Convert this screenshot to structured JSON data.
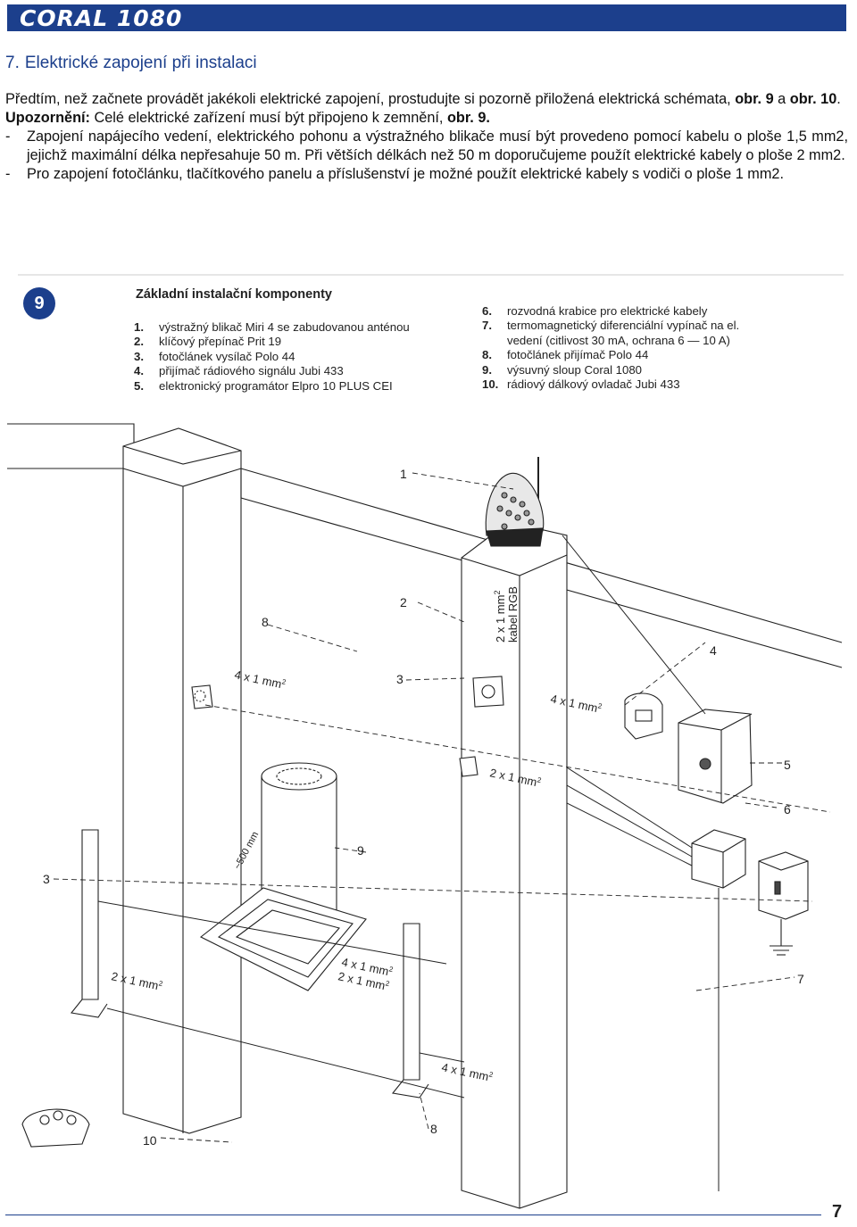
{
  "header": {
    "title": "CORAL 1080"
  },
  "section": {
    "number": "7.",
    "title": "Elektrické zapojení při instalaci"
  },
  "intro": {
    "p1_text": "Předtím, než začnete provádět jakékoli elektrické zapojení, prostudujte si pozorně přiložená elektrická schémata,",
    "p1_ref": "obr. 9",
    "p1_and": " a ",
    "p1_ref2": "obr. 10",
    "p1_end": ".",
    "warning_label": "Upozornění:",
    "warning_text": " Celé elektrické zařízení musí být připojeno k zemnění, ",
    "warning_ref": "obr. 9",
    "warning_end": ".",
    "bullet_dash": "-",
    "bullet1": "Zapojení napájecího vedení, elektrického pohonu a výstražného blikače musí být provedeno pomocí kabelu o ploše 1,5 mm2, jejichž maximální délka nepřesahuje 50 m. Při větších délkách než 50 m doporučujeme použít elektrické kabely o ploše 2 mm2.",
    "bullet2": "Pro zapojení fotočlánku, tlačítkového panelu a příslušenství je možné použít elektrické kabely s vodiči o ploše 1 mm2."
  },
  "figure": {
    "number": "9",
    "heading": "Základní instalační komponenty",
    "legend_left": [
      {
        "num": "1.",
        "text": "výstražný blikač Miri 4 se zabudovanou anténou"
      },
      {
        "num": "2.",
        "text": "klíčový přepínač Prit 19"
      },
      {
        "num": "3.",
        "text": "fotočlánek vysílač Polo 44"
      },
      {
        "num": "4.",
        "text": "přijímač rádiového signálu Jubi 433"
      },
      {
        "num": "5.",
        "text": "elektronický programátor Elpro 10 PLUS CEI"
      }
    ],
    "legend_right": [
      {
        "num": "6.",
        "text": "rozvodná krabice pro elektrické kabely"
      },
      {
        "num": "7.",
        "text": "termomagnetický diferenciální vypínač na el."
      },
      {
        "num": "",
        "text": "vedení (citlivost 30 mA, ochrana 6 — 10 A)"
      },
      {
        "num": "8.",
        "text": "fotočlánek přijímač Polo 44"
      },
      {
        "num": "9.",
        "text": "výsuvný sloup Coral 1080"
      },
      {
        "num": "10.",
        "text": "rádiový dálkový ovladač Jubi 433"
      }
    ]
  },
  "diagram": {
    "callouts": {
      "c1": "1",
      "c2": "2",
      "c3a": "3",
      "c3b": "3",
      "c4": "4",
      "c5": "5",
      "c6": "6",
      "c7": "7",
      "c8a": "8",
      "c8b": "8",
      "c9": "9",
      "c10": "10"
    },
    "cables": {
      "rgb_line1": "2 x 1 mm",
      "rgb_sup": "2",
      "rgb_line2": "kabel RGB",
      "c4x1_a": "4 x 1 mm",
      "c4x1_b": "4 x 1 mm",
      "c2x1_a": "2 x 1 mm",
      "c2x1_b": "2 x 1 mm",
      "c4x1_c": "4 x 1 mm",
      "c2x1_c": "2 x 1 mm",
      "c4x1_d": "4 x 1 mm",
      "sup": "2"
    },
    "dimension": "~500 mm"
  },
  "footer": {
    "page_number": "7"
  }
}
